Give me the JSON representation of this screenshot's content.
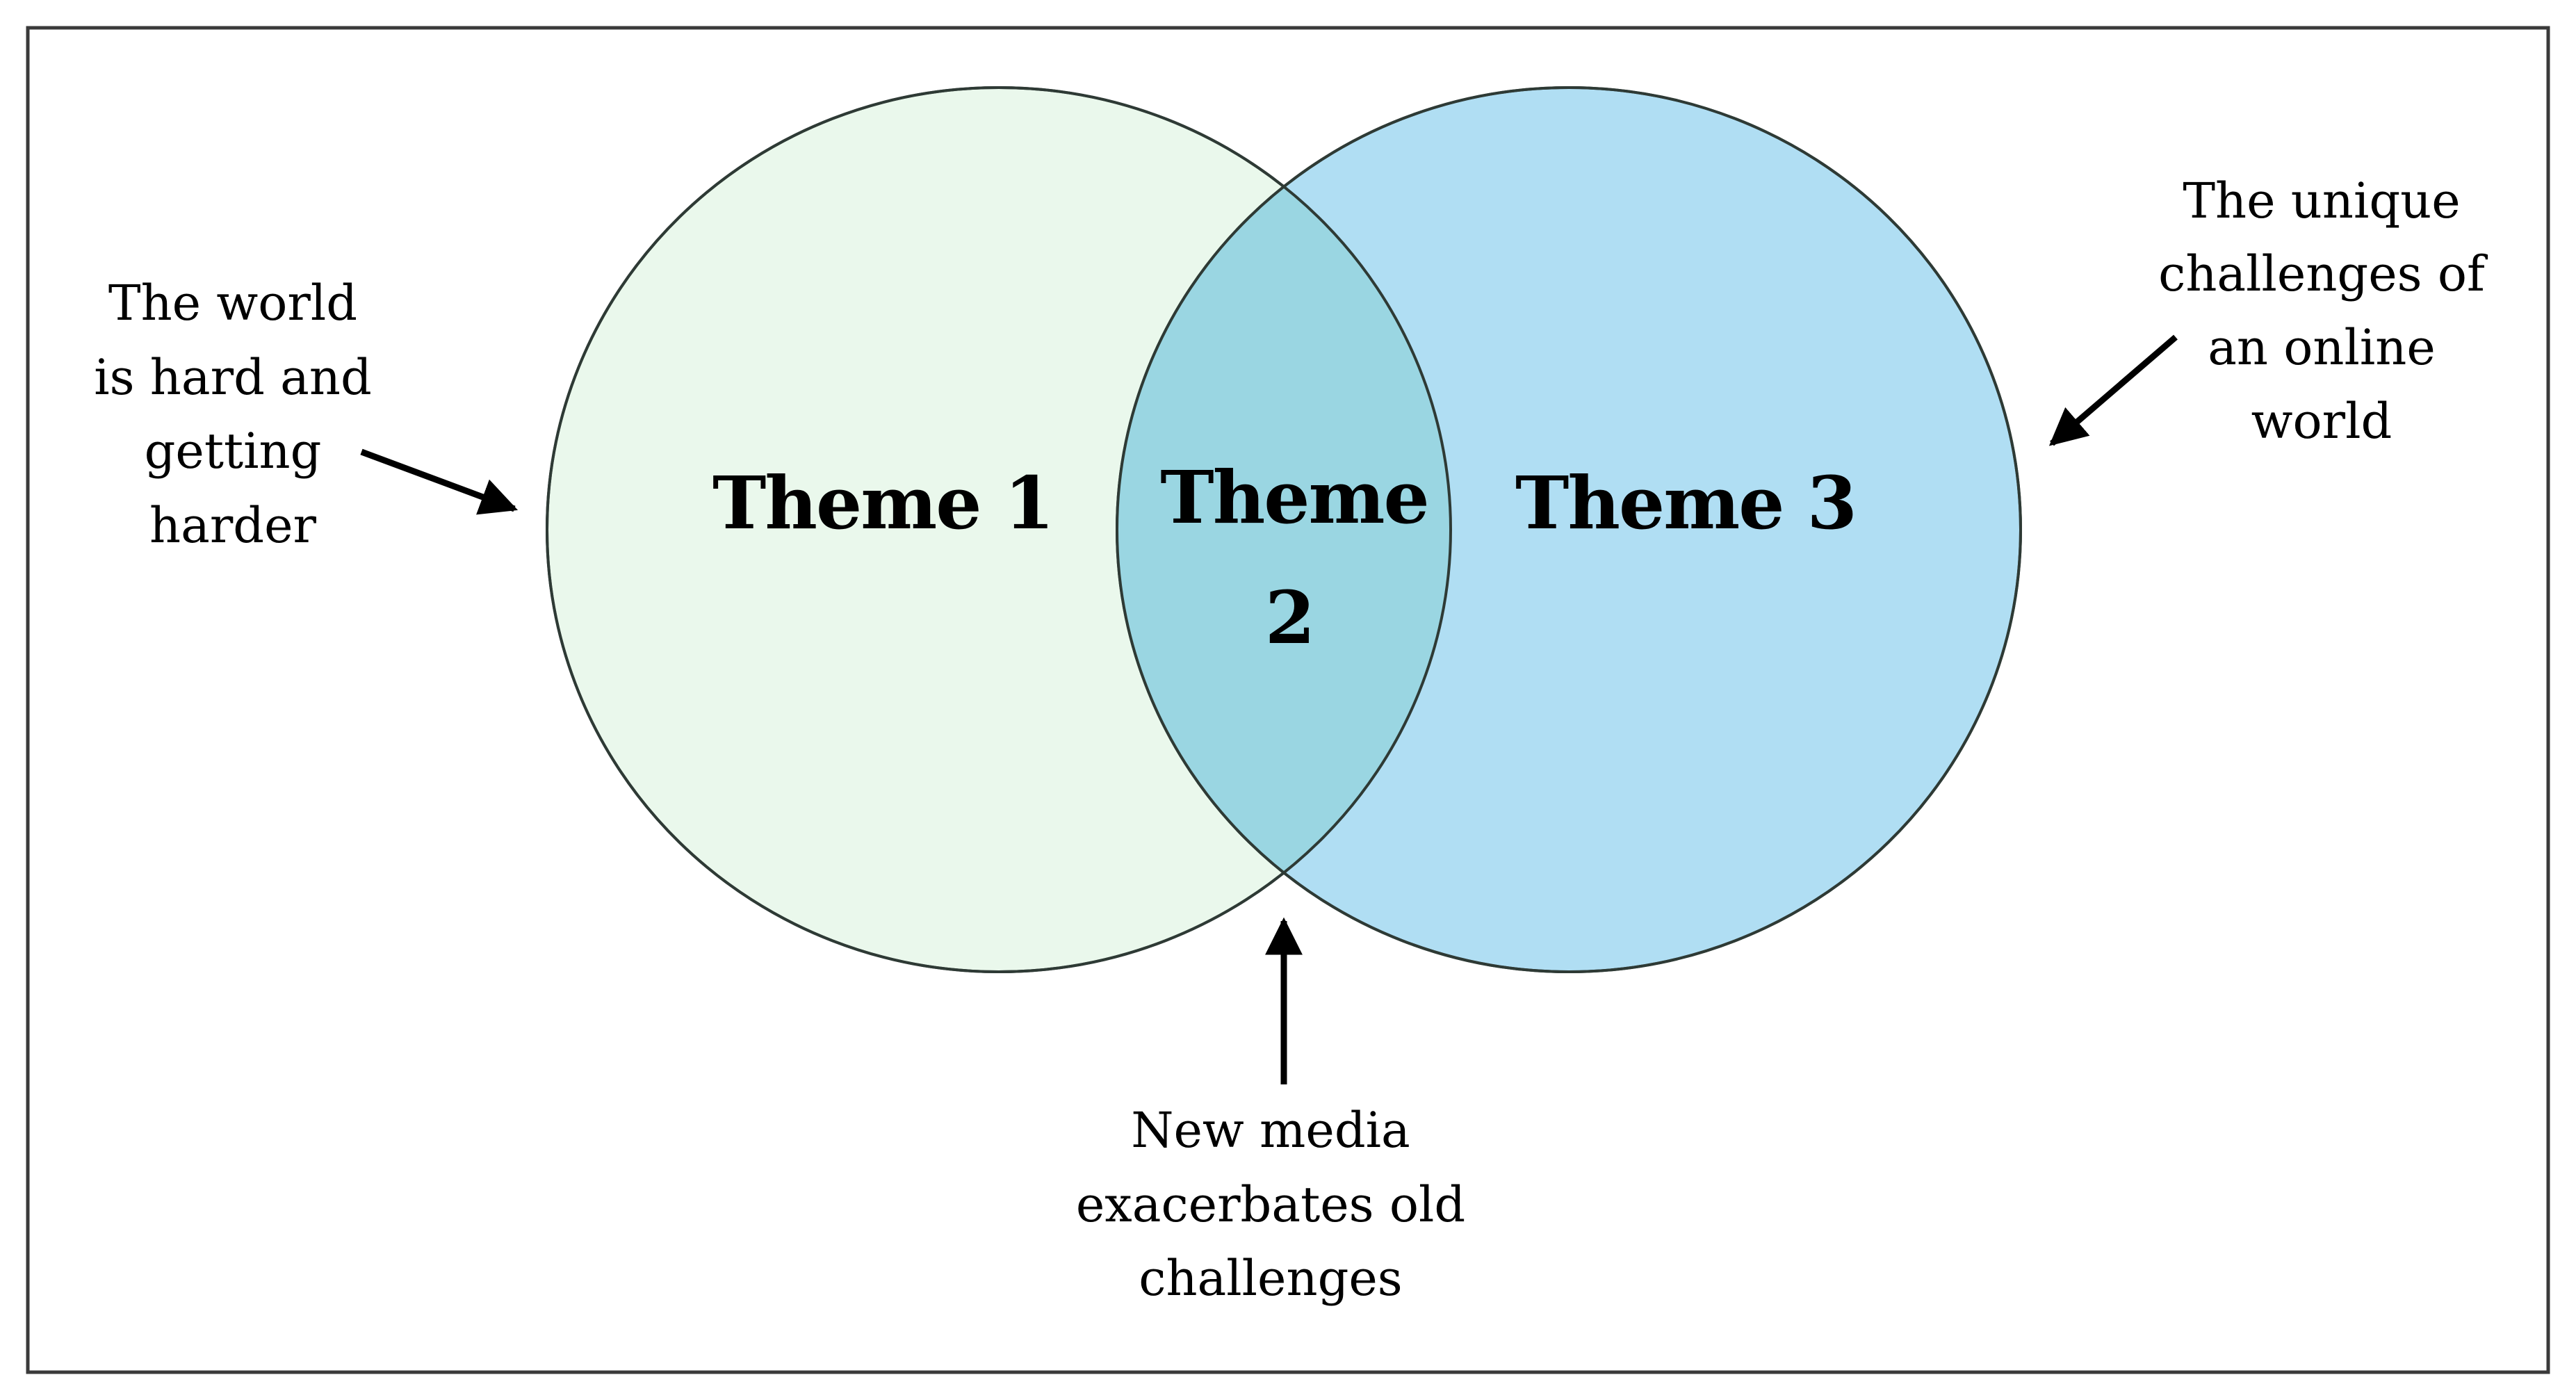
{
  "diagram": {
    "circles": [
      {
        "id": "left",
        "fill": "#eaf8ec",
        "stroke": "#2e3a35"
      },
      {
        "id": "right",
        "fill": "#b0def3",
        "stroke": "#2e3a35"
      }
    ],
    "overlap_fill": "#9ad6e2",
    "themes": {
      "theme1": "Theme 1",
      "theme2_line1": "Theme",
      "theme2_line2": "2",
      "theme3": "Theme 3"
    },
    "annotations": {
      "left": [
        "The world",
        "is hard and",
        "getting",
        "harder"
      ],
      "right": [
        "The unique",
        "challenges of",
        "an online",
        "world"
      ],
      "bottom": [
        "New media",
        "exacerbates old",
        "challenges"
      ]
    }
  }
}
